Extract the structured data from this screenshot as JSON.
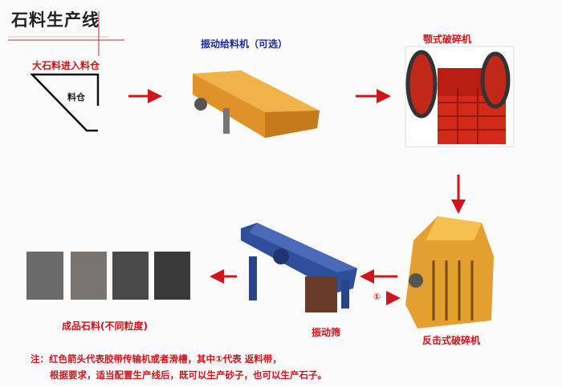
{
  "title": "石料生产线",
  "hopper": {
    "caption": "大石料进入料仓",
    "label": "料仓"
  },
  "feeder": {
    "label": "振动给料机（可选）"
  },
  "jaw_crusher": {
    "label": "颚式破碎机"
  },
  "impact_crusher": {
    "label": "反击式破碎机"
  },
  "screen": {
    "label": "振动筛",
    "return_marker": "①"
  },
  "products": {
    "label": "成品石料(不同粒度)",
    "count": 4
  },
  "note": {
    "line1": "注：红色箭头代表胶带传输机或者滑槽，其中①代表 返料带，",
    "line2": "根据要求，适当配置生产线后，既可以生产砂子，也可以生产石子。"
  },
  "colors": {
    "arrow": "#d0141c",
    "feeder": "#e0922a",
    "jaw": "#d42a1a",
    "screen": "#2f4f9a",
    "feeder_label": "#1a2a9a"
  }
}
